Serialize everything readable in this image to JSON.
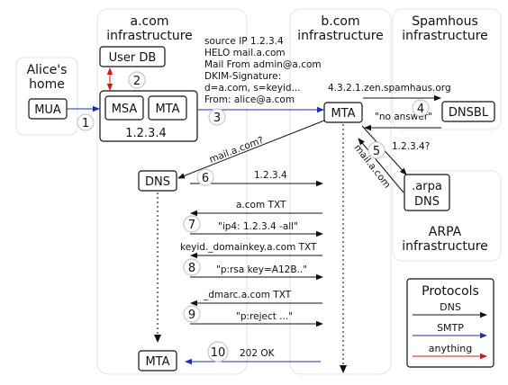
{
  "alice_home": {
    "title_line1": "Alice's",
    "title_line2": "home",
    "mua": "MUA"
  },
  "a_infra": {
    "title_line1": "a.com",
    "title_line2": "infrastructure",
    "user_db": "User DB",
    "msa": "MSA",
    "mta": "MTA",
    "ip": "1.2.3.4",
    "dns": "DNS",
    "mta_bottom": "MTA"
  },
  "b_infra": {
    "title_line1": "b.com",
    "title_line2": "infrastructure",
    "mta": "MTA"
  },
  "spamhaus": {
    "title_line1": "Spamhous",
    "title_line2": "infrastructure",
    "dnsbl": "DNSBL"
  },
  "arpa": {
    "box_line1": ".arpa",
    "box_line2": "DNS",
    "title_line1": "ARPA",
    "title_line2": "infrastructure"
  },
  "smtp_headers": [
    "source IP 1.2.3.4",
    "HELO mail.a.com",
    "Mail From admin@a.com",
    "DKIM-Signature:",
    " d=a.com, s=keyid...",
    "From: alice@a.com"
  ],
  "messages": {
    "spamhaus_query": "4.3.2.1.zen.spamhaus.org",
    "no_answer": "\"no answer\"",
    "reverse_query": "1.2.3.4?",
    "reverse_answer": "mail.a.com",
    "forward_query": "mail.a.com?",
    "forward_answer": "1.2.3.4",
    "spf_query": "a.com TXT",
    "spf_answer": "\"ip4: 1.2.3.4 -all\"",
    "dkim_query": "keyid._domainkey.a.com TXT",
    "dkim_answer": "\"p:rsa key=A12B..\"",
    "dmarc_query": "_dmarc.a.com TXT",
    "dmarc_answer": "\"p:reject ...\"",
    "ok": "202 OK"
  },
  "steps": [
    "1",
    "2",
    "3",
    "4",
    "5",
    "6",
    "7",
    "8",
    "9",
    "10"
  ],
  "legend": {
    "title": "Protocols",
    "dns": "DNS",
    "smtp": "SMTP",
    "anything": "anything"
  },
  "colors": {
    "dns": "#111111",
    "smtp": "#1f2fb0",
    "anything": "#d01818"
  }
}
